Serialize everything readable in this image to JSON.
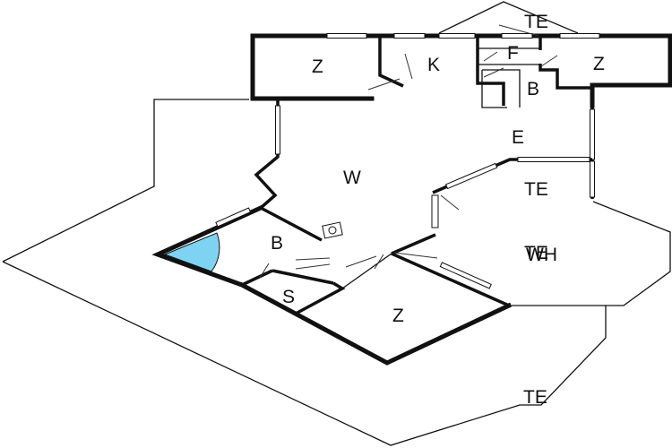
{
  "labels": {
    "z_top_left": "Z",
    "k": "K",
    "f": "F",
    "z_top_right": "Z",
    "b_top": "B",
    "te_top": "TE",
    "e": "E",
    "w": "W",
    "te_right": "TE",
    "te_overlap": "TE",
    "wh": "WH",
    "b_bottom": "B",
    "s": "S",
    "z_bottom": "Z",
    "te_bottom": "TE"
  },
  "colors": {
    "shower": "#7fd3f2",
    "wall": "#111111"
  }
}
